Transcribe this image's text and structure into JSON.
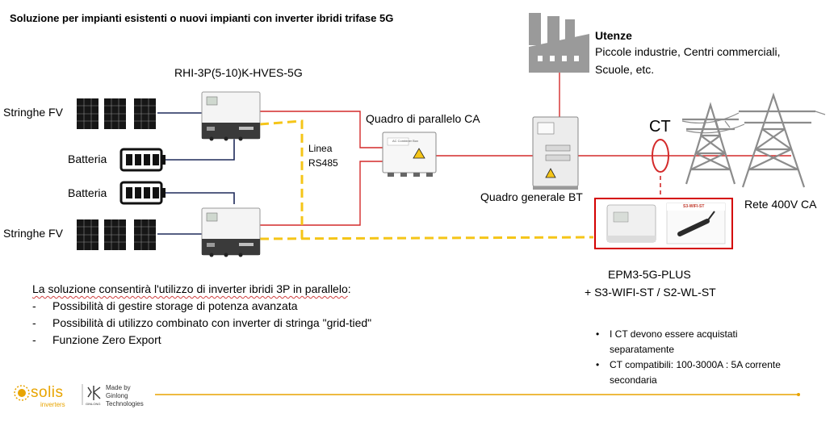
{
  "title": "Soluzione per impianti esistenti o nuovi impianti con inverter ibridi trifase 5G",
  "inverter_model": "RHI-3P(5-10)K-HVES-5G",
  "pv_strings_label": "Stringhe FV",
  "battery_label": "Batteria",
  "comm_line": {
    "line1": "Linea",
    "line2": "RS485"
  },
  "ac_combiner": {
    "label": "Quadro di parallelo CA",
    "panel_text": "AC Combiner Box"
  },
  "main_panel": {
    "label": "Quadro generale BT"
  },
  "loads": {
    "title": "Utenze",
    "line1": "Piccole industrie, Centri commerciali,",
    "line2": "Scuole, etc."
  },
  "ct_label": "CT",
  "grid_label": "Rete 400V CA",
  "meter_kit": {
    "wifi_tag": "S3-WIFI-ST",
    "model_line1": "EPM3-5G-PLUS",
    "model_line2": "+ S3-WIFI-ST / S2-WL-ST"
  },
  "description": {
    "intro": "La soluzione consentirà l'utilizzo di inverter ibridi 3P in parallelo",
    "intro_suffix": ":",
    "bullets": [
      "Possibilità di gestire storage di potenza avanzata",
      "Possibilità di utilizzo combinato con inverter di stringa \"grid-tied\"",
      "Funzione Zero Export"
    ]
  },
  "notes": [
    {
      "line1": "I CT devono essere acquistati",
      "line2": "separatamente"
    },
    {
      "line1": "CT compatibili: 100-3000A : 5A corrente",
      "line2": "secondaria"
    }
  ],
  "branding": {
    "brand": "solis",
    "brand_sub": "inverters",
    "maker_line1": "Made by",
    "maker_line2": "Ginlong",
    "maker_line3": "Technologies",
    "maker_logo_text": "GINLONG"
  },
  "colors": {
    "ac_line": "#d42a2a",
    "dc_line": "#1e2a5a",
    "comm_line": "#f5c518",
    "accent": "#e8a400",
    "device_border": "#d40000"
  }
}
